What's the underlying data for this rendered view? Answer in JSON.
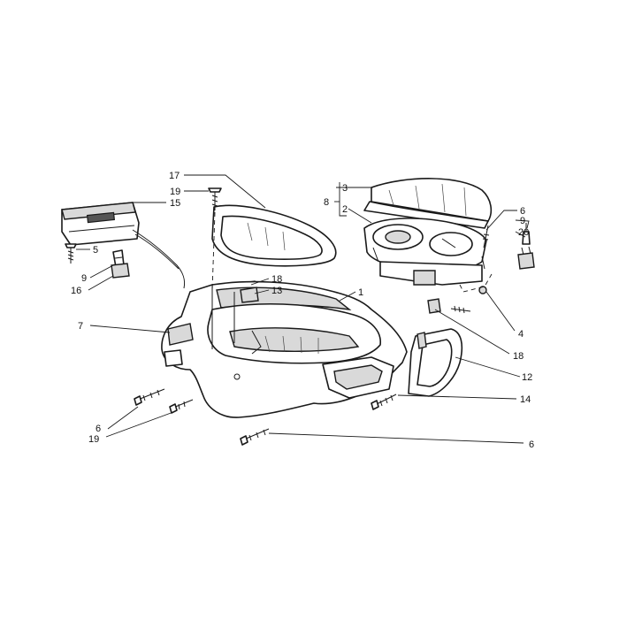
{
  "diagram": {
    "type": "exploded-parts-view",
    "callouts": [
      {
        "id": "c17a",
        "label": "17"
      },
      {
        "id": "c19a",
        "label": "19"
      },
      {
        "id": "c15",
        "label": "15"
      },
      {
        "id": "c5",
        "label": "5"
      },
      {
        "id": "c9a",
        "label": "9"
      },
      {
        "id": "c16",
        "label": "16"
      },
      {
        "id": "c18a",
        "label": "18"
      },
      {
        "id": "c13",
        "label": "13"
      },
      {
        "id": "c1",
        "label": "1"
      },
      {
        "id": "c7",
        "label": "7"
      },
      {
        "id": "c3",
        "label": "3"
      },
      {
        "id": "c8",
        "label": "8"
      },
      {
        "id": "c2",
        "label": "2"
      },
      {
        "id": "c6a",
        "label": "6"
      },
      {
        "id": "c9b",
        "label": "9"
      },
      {
        "id": "c20",
        "label": "20"
      },
      {
        "id": "c4",
        "label": "4"
      },
      {
        "id": "c18b",
        "label": "18"
      },
      {
        "id": "c12",
        "label": "12"
      },
      {
        "id": "c14",
        "label": "14"
      },
      {
        "id": "c6b",
        "label": "6"
      },
      {
        "id": "c19b",
        "label": "19"
      },
      {
        "id": "c6c",
        "label": "6"
      }
    ]
  }
}
